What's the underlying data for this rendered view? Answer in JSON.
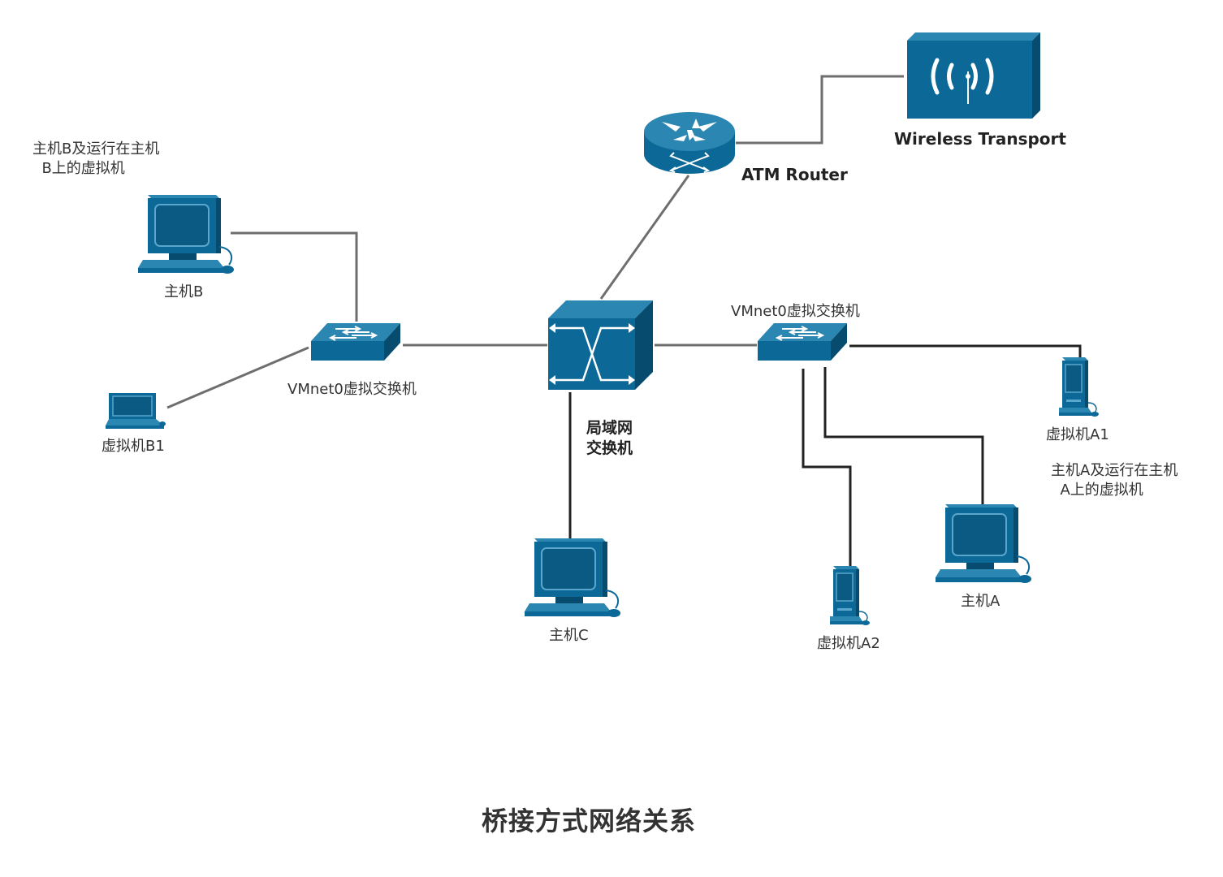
{
  "title": "桥接方式网络关系",
  "colors": {
    "device": "#0c6897",
    "device_dark": "#074b6e",
    "device_light": "#2b86b2",
    "link": "#6e6e6e",
    "link_dark": "#222222"
  },
  "nodes": {
    "wireless": {
      "label": "Wireless Transport",
      "icon": "wireless-transport-icon"
    },
    "router": {
      "label": "ATM Router",
      "icon": "router-icon"
    },
    "lan_switch": {
      "label": "局域网\n交换机",
      "icon": "lan-switch-icon"
    },
    "vswitch_b": {
      "label": "VMnet0虚拟交换机",
      "icon": "virtual-switch-icon"
    },
    "vswitch_a": {
      "label": "VMnet0虚拟交换机",
      "icon": "virtual-switch-icon"
    },
    "host_b": {
      "label": "主机B",
      "icon": "workstation-icon"
    },
    "vm_b1": {
      "label": "虚拟机B1",
      "icon": "laptop-icon"
    },
    "host_c": {
      "label": "主机C",
      "icon": "workstation-icon"
    },
    "host_a": {
      "label": "主机A",
      "icon": "workstation-icon"
    },
    "vm_a1": {
      "label": "虚拟机A1",
      "icon": "tower-pc-icon"
    },
    "vm_a2": {
      "label": "虚拟机A2",
      "icon": "tower-pc-icon"
    }
  },
  "notes": {
    "group_b": "主机B及运行在主机\n  B上的虚拟机",
    "group_a": "主机A及运行在主机\n  A上的虚拟机"
  }
}
